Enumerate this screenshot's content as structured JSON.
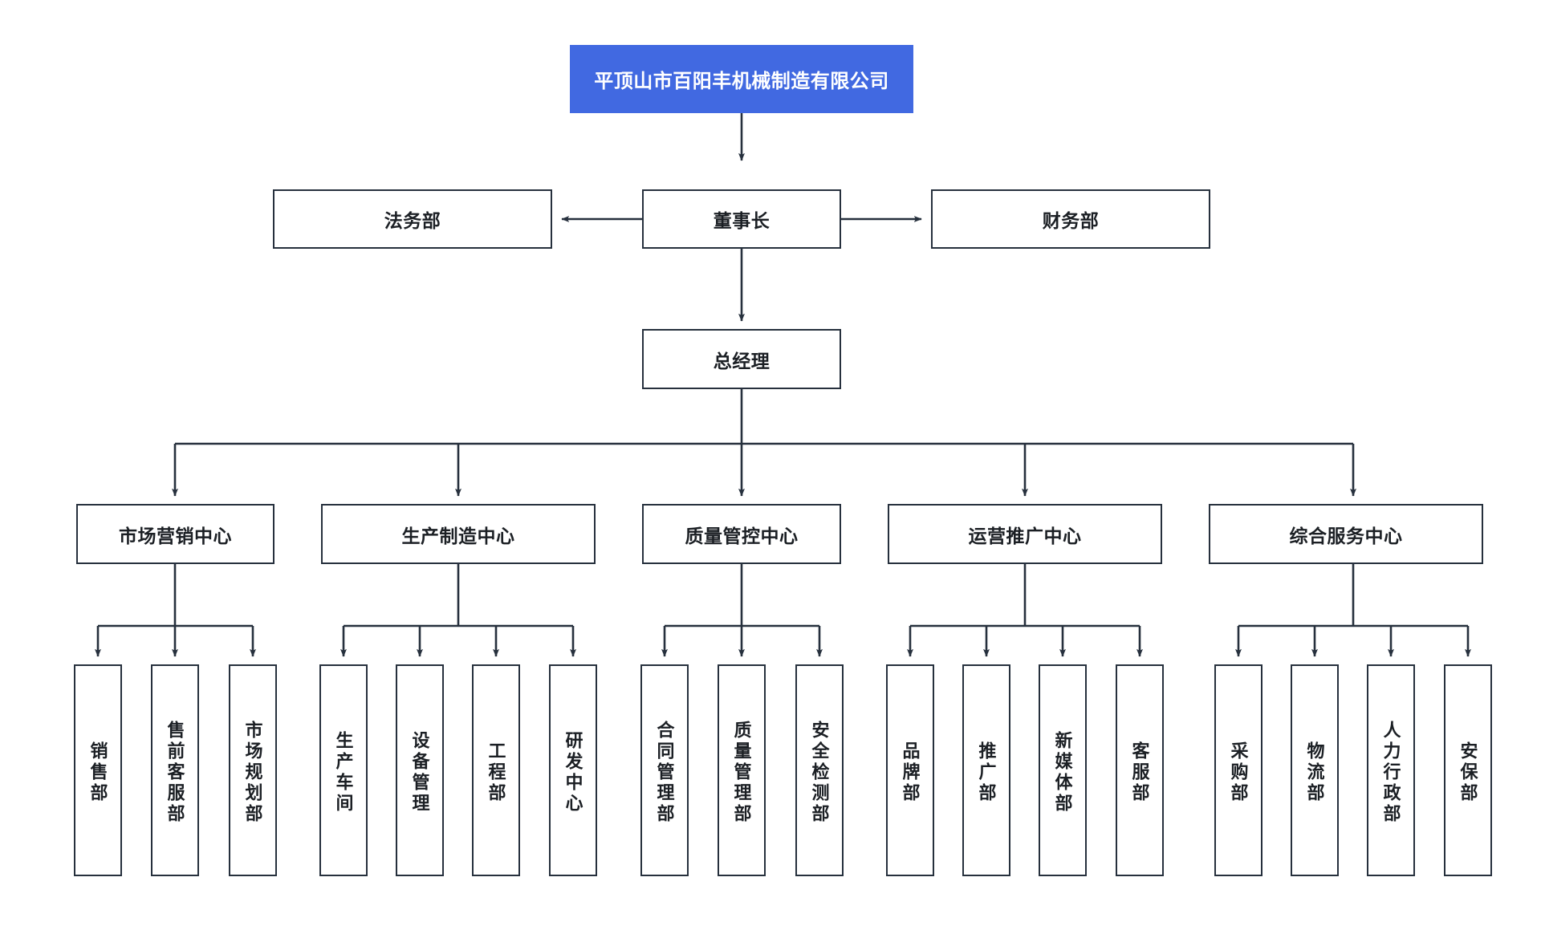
{
  "chart_data": {
    "type": "diagram",
    "title": "平顶山市百阳丰机械制造有限公司",
    "diagram_kind": "organization-chart",
    "orientation": "top-down",
    "levels": 5,
    "node_count": 27
  },
  "theme": {
    "root_fill": "#4169E1",
    "root_text": "#FFFFFF",
    "box_fill": "#FFFFFF",
    "box_border": "#26303D",
    "line_color": "#26303D",
    "page_background": "#FFFFFF"
  },
  "root": {
    "label": "平顶山市百阳丰机械制造有限公司"
  },
  "level1": {
    "chairman": "董事长",
    "legal": "法务部",
    "finance": "财务部"
  },
  "level2": {
    "general_manager": "总经理"
  },
  "centers": [
    {
      "label": "市场营销中心",
      "children": [
        "销售部",
        "售前客服部",
        "市场规划部"
      ]
    },
    {
      "label": "生产制造中心",
      "children": [
        "生产车间",
        "设备管理",
        "工程部",
        "研发中心"
      ]
    },
    {
      "label": "质量管控中心",
      "children": [
        "合同管理部",
        "质量管理部",
        "安全检测部"
      ]
    },
    {
      "label": "运营推广中心",
      "children": [
        "品牌部",
        "推广部",
        "新媒体部",
        "客服部"
      ]
    },
    {
      "label": "综合服务中心",
      "children": [
        "采购部",
        "物流部",
        "人力行政部",
        "安保部"
      ]
    }
  ]
}
